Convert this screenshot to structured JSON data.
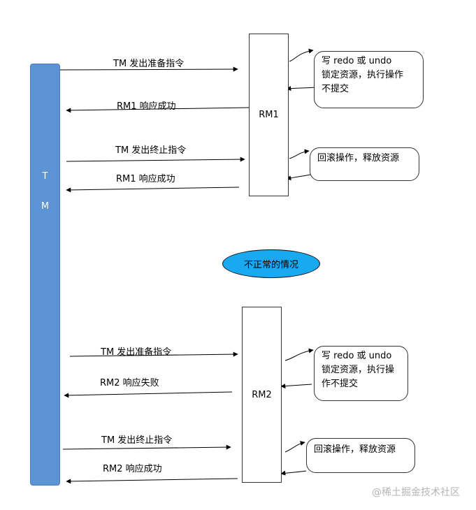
{
  "tm": {
    "letters": [
      "T",
      "M"
    ]
  },
  "rm1": {
    "box_label": "RM1",
    "messages": {
      "prepare": "TM 发出准备指令",
      "reply_ok": "RM1 响应成功",
      "abort": "TM 发出终止指令",
      "reply_ok_2": "RM1 响应成功"
    },
    "note_prepare": [
      "写 redo 或 undo",
      "锁定资源，执行操作",
      "不提交"
    ],
    "note_rollback": [
      "回滚操作，释放资源"
    ]
  },
  "abnormal": {
    "label": "不正常的情况"
  },
  "rm2": {
    "box_label": "RM2",
    "messages": {
      "prepare": "TM 发出准备指令",
      "reply_fail": "RM2 响应失败",
      "abort": "TM 发出终止指令",
      "reply_ok": "RM2 响应成功"
    },
    "note_prepare": [
      "写 redo 或 undo",
      "锁定资源，执行操",
      "作不提交"
    ],
    "note_rollback": [
      "回滚操作，释放资源"
    ]
  },
  "watermark": "@稀土掘金技术社区",
  "colors": {
    "tm_bar": "#5b93d4",
    "ellipse": "#18a9f0",
    "line": "#000000"
  }
}
